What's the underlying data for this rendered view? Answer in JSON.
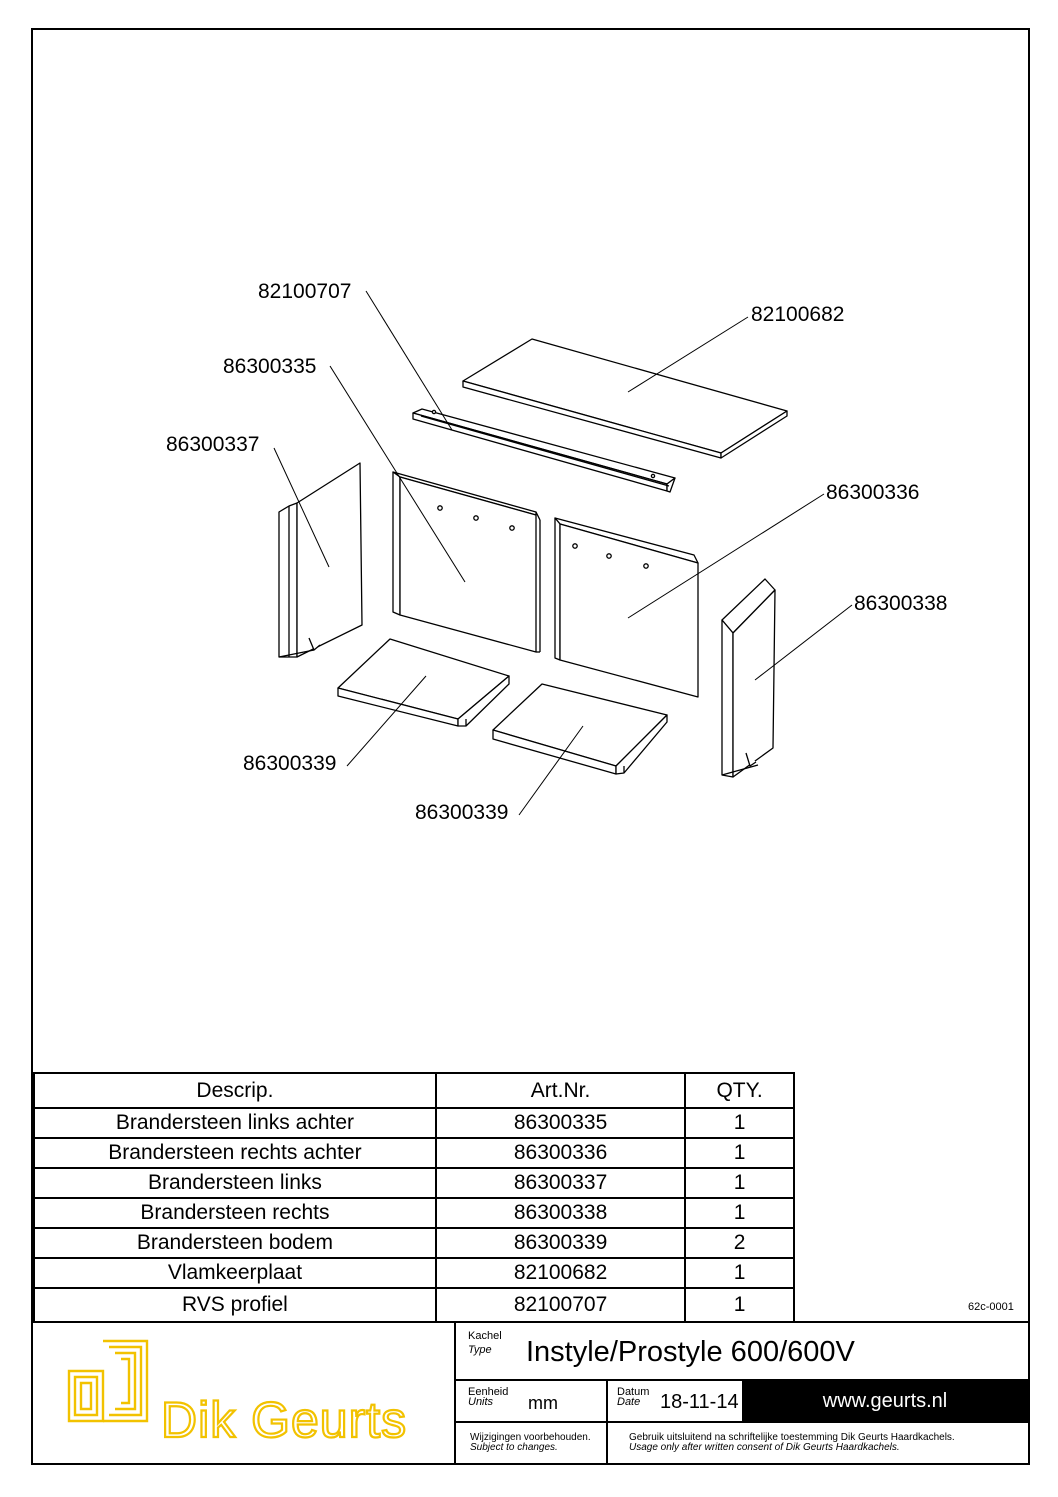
{
  "callouts": [
    {
      "id": "82100707",
      "text": "82100707"
    },
    {
      "id": "82100682",
      "text": "82100682"
    },
    {
      "id": "86300335",
      "text": "86300335"
    },
    {
      "id": "86300337",
      "text": "86300337"
    },
    {
      "id": "86300336",
      "text": "86300336"
    },
    {
      "id": "86300338",
      "text": "86300338"
    },
    {
      "id": "86300339a",
      "text": "86300339"
    },
    {
      "id": "86300339b",
      "text": "86300339"
    }
  ],
  "bom": {
    "headers": {
      "description": "Descrip.",
      "article": "Art.Nr.",
      "qty": "QTY."
    },
    "rows": [
      {
        "description": "Brandersteen links achter",
        "article": "86300335",
        "qty": "1"
      },
      {
        "description": "Brandersteen rechts achter",
        "article": "86300336",
        "qty": "1"
      },
      {
        "description": "Brandersteen links",
        "article": "86300337",
        "qty": "1"
      },
      {
        "description": "Brandersteen rechts",
        "article": "86300338",
        "qty": "1"
      },
      {
        "description": "Brandersteen bodem",
        "article": "86300339",
        "qty": "2"
      },
      {
        "description": "Vlamkeerplaat",
        "article": "82100682",
        "qty": "1"
      },
      {
        "description": "RVS profiel",
        "article": "82100707",
        "qty": "1"
      }
    ]
  },
  "doc_id": "62c-0001",
  "title_block": {
    "logo_text": "Dik Geurts",
    "logo_color": "#f2c200",
    "type_label": "Kachel",
    "type_label_en": "Type",
    "type_value": "Instyle/Prostyle 600/600V",
    "units_label": "Eenheid",
    "units_label_en": "Units",
    "units_value": "mm",
    "date_label": "Datum",
    "date_label_en": "Date",
    "date_value": "18-11-14",
    "website": "www.geurts.nl",
    "changes_nl": "Wijzigingen voorbehouden.",
    "changes_en": "Subject to changes.",
    "usage_nl": "Gebruik uitsluitend na schriftelijke toestemming Dik Geurts Haardkachels.",
    "usage_en": "Usage only after written consent of Dik Geurts Haardkachels."
  }
}
